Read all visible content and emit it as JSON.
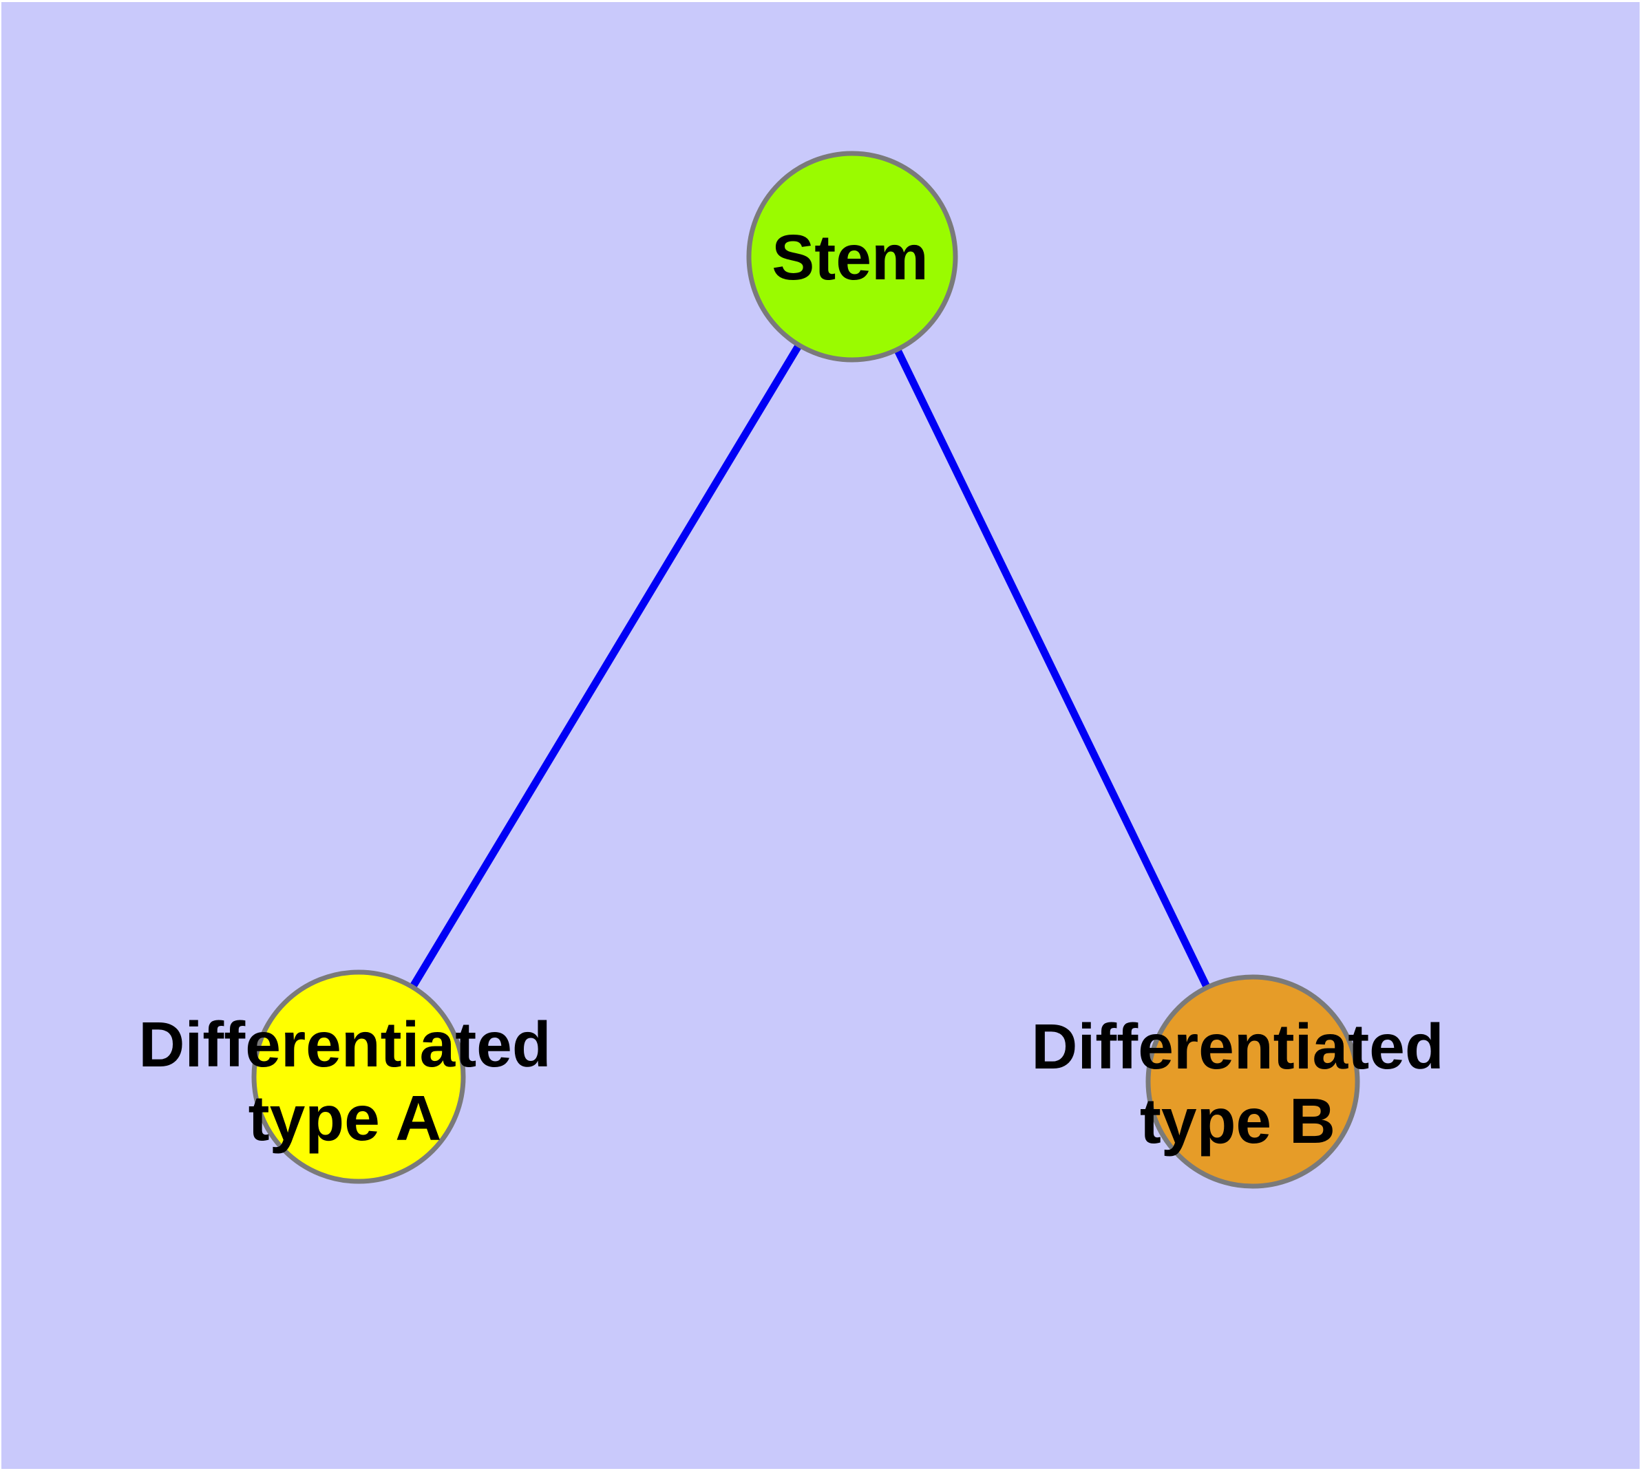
{
  "diagram": {
    "background_color": "#c9c9fb",
    "edge_color": "#0000f5",
    "node_border_color": "#7a7a7a",
    "text_color": "#000000",
    "nodes": {
      "stem": {
        "label": "Stem",
        "fill": "#9afb00"
      },
      "type_a": {
        "label_line1": "Differentiated",
        "label_line2": "type A",
        "fill": "#ffff00"
      },
      "type_b": {
        "label_line1": "Differentiated",
        "label_line2": "type B",
        "fill": "#e69c28"
      }
    }
  }
}
